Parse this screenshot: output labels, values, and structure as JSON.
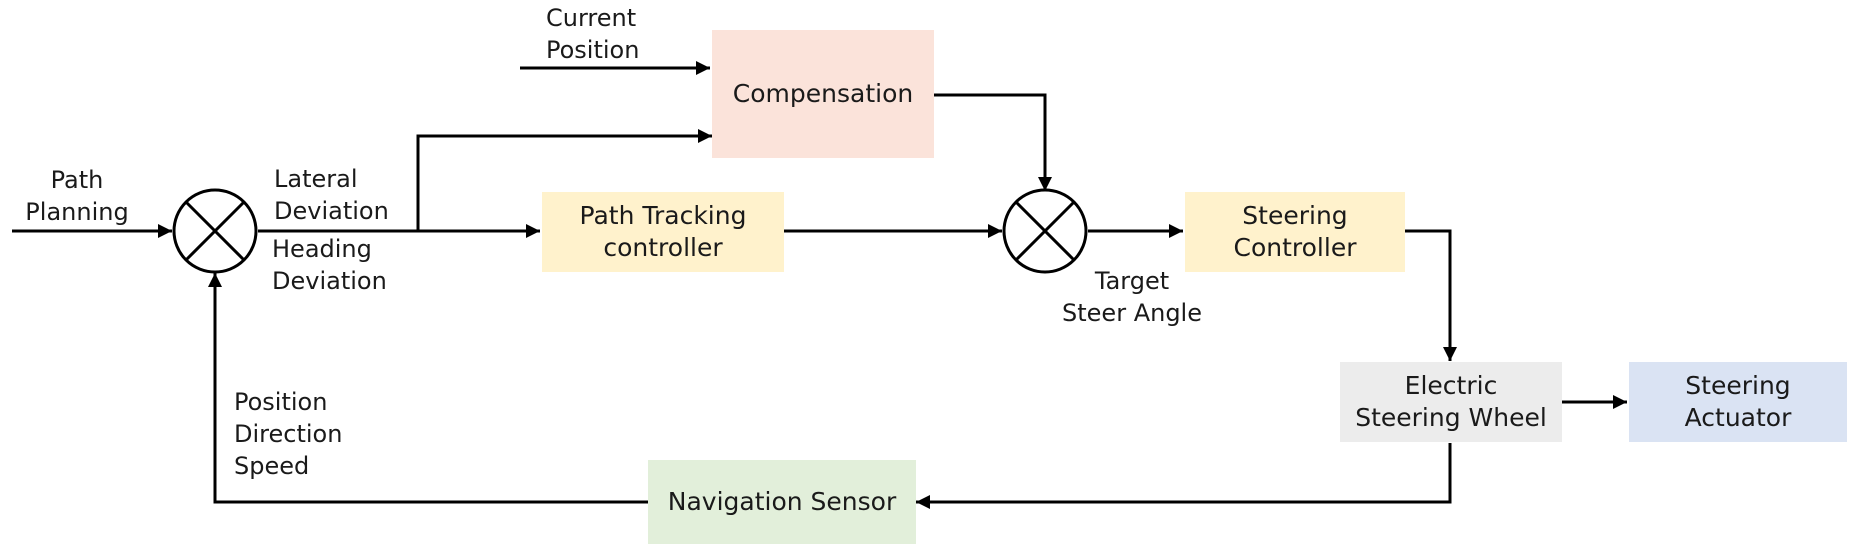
{
  "colors": {
    "compensation": "#fbe3da",
    "path_tracking": "#fff2cc",
    "steering_controller": "#fff2cc",
    "electric_steering": "#ececec",
    "steering_actuator": "#dae3f3",
    "navigation_sensor": "#e2efda",
    "line": "#000000"
  },
  "blocks": {
    "compensation": "Compensation",
    "path_tracking": "Path Tracking\ncontroller",
    "steering_controller": "Steering\nController",
    "electric_steering": "Electric\nSteering Wheel",
    "steering_actuator": "Steering\nActuator",
    "navigation_sensor": "Navigation Sensor"
  },
  "labels": {
    "current_position": "Current\nPosition",
    "path_planning": "Path\nPlanning",
    "lateral_deviation": "Lateral\nDeviation",
    "heading_deviation": "Heading\nDeviation",
    "target_steer_angle": "Target\nSteer Angle",
    "feedback": "Position\nDirection\nSpeed"
  }
}
